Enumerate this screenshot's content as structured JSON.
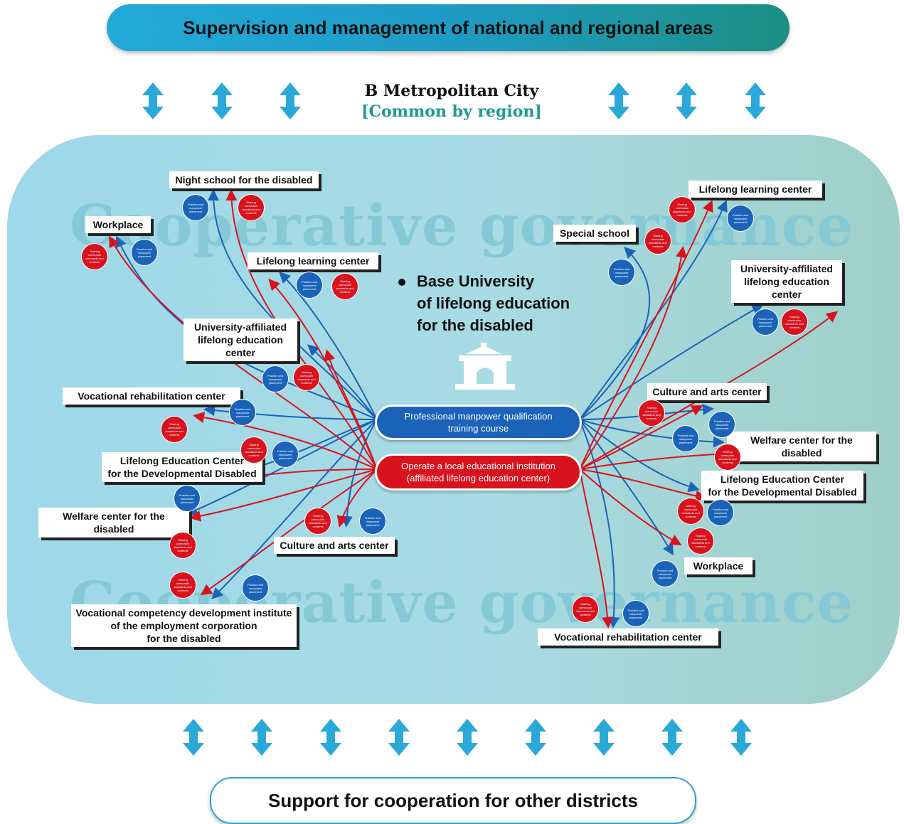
{
  "header": {
    "top_banner": "Supervision and management of national and regional areas",
    "city_title": "B Metropolitan City",
    "city_subtitle": "[Common by region]",
    "bottom_banner": "Support for cooperation for other districts"
  },
  "watermark": "Cooperative governance",
  "center": {
    "base_university": [
      "Base University",
      "of lifelong education",
      "for the disabled"
    ],
    "blue_pill": [
      "Professional manpower qualification",
      "training course"
    ],
    "red_pill": [
      "Operate a local educational institution",
      "(affiliated lifelong education center)"
    ]
  },
  "badges": {
    "blue_text": "Practice and manpower placement",
    "red_text": "Sharing curriculum standards and contents"
  },
  "left_nodes": [
    {
      "id": "night-school",
      "lines": [
        "Night school for the disabled"
      ]
    },
    {
      "id": "workplace",
      "lines": [
        "Workplace"
      ]
    },
    {
      "id": "lifelong-learning",
      "lines": [
        "Lifelong learning center"
      ]
    },
    {
      "id": "univ-affiliated",
      "lines": [
        "University-affiliated",
        "lifelong education",
        "center"
      ]
    },
    {
      "id": "vocational-rehab",
      "lines": [
        "Vocational rehabilitation center"
      ]
    },
    {
      "id": "developmental",
      "lines": [
        "Lifelong Education Center",
        "for the Developmental Disabled"
      ]
    },
    {
      "id": "welfare",
      "lines": [
        "Welfare center for the disabled"
      ]
    },
    {
      "id": "culture-arts",
      "lines": [
        "Culture and arts center"
      ]
    },
    {
      "id": "vocational-competency",
      "lines": [
        "Vocational competency development institute",
        "of the employment corporation",
        "for the disabled"
      ]
    }
  ],
  "right_nodes": [
    {
      "id": "lifelong-learning",
      "lines": [
        "Lifelong learning center"
      ]
    },
    {
      "id": "special-school",
      "lines": [
        "Special school"
      ]
    },
    {
      "id": "univ-affiliated",
      "lines": [
        "University-affiliated",
        "lifelong education",
        "center"
      ]
    },
    {
      "id": "culture-arts",
      "lines": [
        "Culture and arts center"
      ]
    },
    {
      "id": "welfare",
      "lines": [
        "Welfare center for the disabled"
      ]
    },
    {
      "id": "developmental",
      "lines": [
        "Lifelong Education Center",
        "for the Developmental Disabled"
      ]
    },
    {
      "id": "workplace",
      "lines": [
        "Workplace"
      ]
    },
    {
      "id": "vocational-rehab",
      "lines": [
        "Vocational rehabilitation center"
      ]
    }
  ],
  "colors": {
    "banner_start": "#22a9d8",
    "banner_end": "#1c8f84",
    "subtitle": "#1e9a8c",
    "blue": "#1a63b8",
    "red": "#d8131d",
    "arrow": "#2aa9d9",
    "region_bg": "#a8dbe3"
  }
}
